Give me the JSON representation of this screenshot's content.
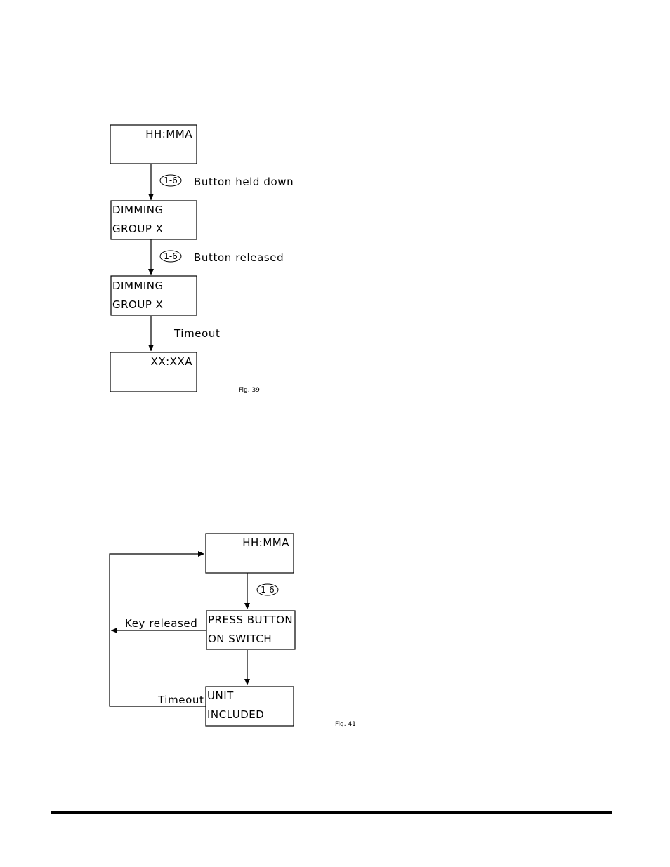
{
  "fig39": {
    "box1": {
      "line1": "HH:MMA",
      "line2": ""
    },
    "step1": {
      "button": "1-6",
      "label": "Button held down"
    },
    "box2": {
      "line1": "DIMMING",
      "line2": "GROUP X"
    },
    "step2": {
      "button": "1-6",
      "label": "Button released"
    },
    "box3": {
      "line1": "DIMMING",
      "line2": "GROUP X"
    },
    "step3": {
      "label": "Timeout"
    },
    "box4": {
      "line1": "XX:XXA",
      "line2": ""
    },
    "caption": "Fig. 39"
  },
  "fig41": {
    "box1": {
      "line1": "HH:MMA"
    },
    "step1": {
      "button": "1-6"
    },
    "box2": {
      "line1": "PRESS BUTTON",
      "line2": "ON SWITCH"
    },
    "loop1": {
      "label": "Key released"
    },
    "box3": {
      "line1": "UNIT",
      "line2": "INCLUDED"
    },
    "loop2": {
      "label": "Timeout"
    },
    "caption": "Fig. 41"
  }
}
